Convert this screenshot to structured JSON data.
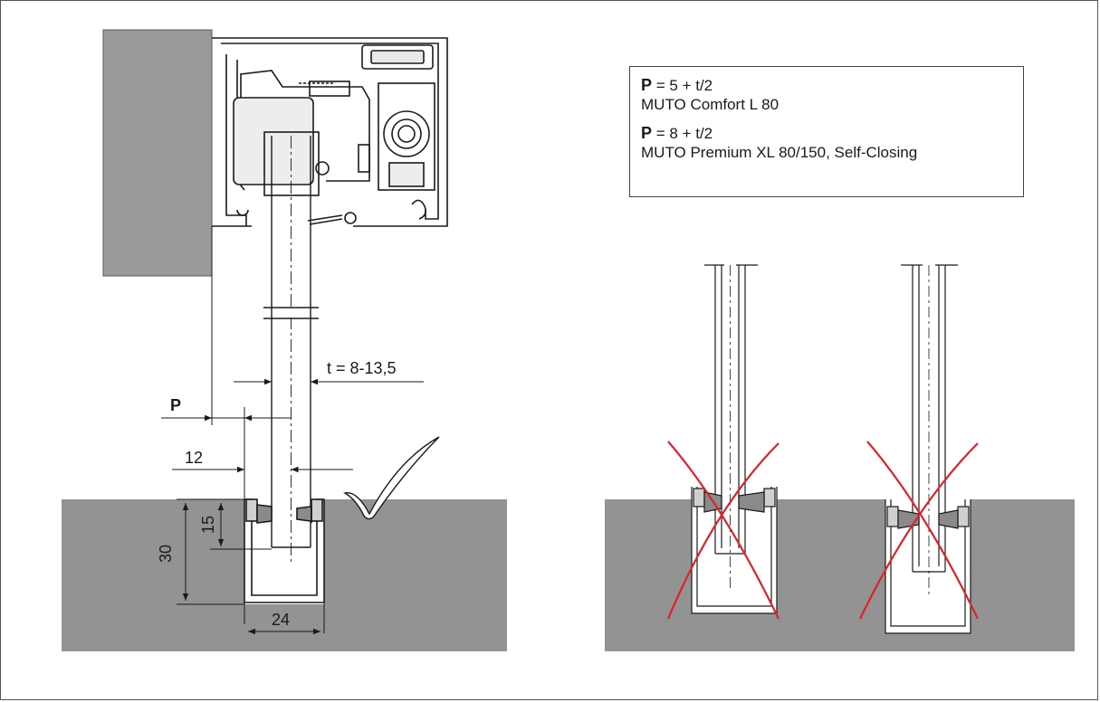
{
  "formulas": [
    {
      "symbol": "P",
      "expression": " = 5 + t/2",
      "product": "MUTO Comfort L 80"
    },
    {
      "symbol": "P",
      "expression": " = 8 + t/2",
      "product": "MUTO Premium XL 80/150, Self-Closing"
    }
  ],
  "dimensions": {
    "thickness": "t = 8-13,5",
    "offset": "P",
    "center": "12",
    "depth": "30",
    "insertion": "15",
    "width": "24"
  },
  "colors": {
    "floor": "#939393",
    "wall": "#9a9a9a",
    "cross": "#e0202a",
    "line": "#1a1a1a"
  },
  "icons": [
    "checkmark-icon",
    "cross-out-icon"
  ]
}
